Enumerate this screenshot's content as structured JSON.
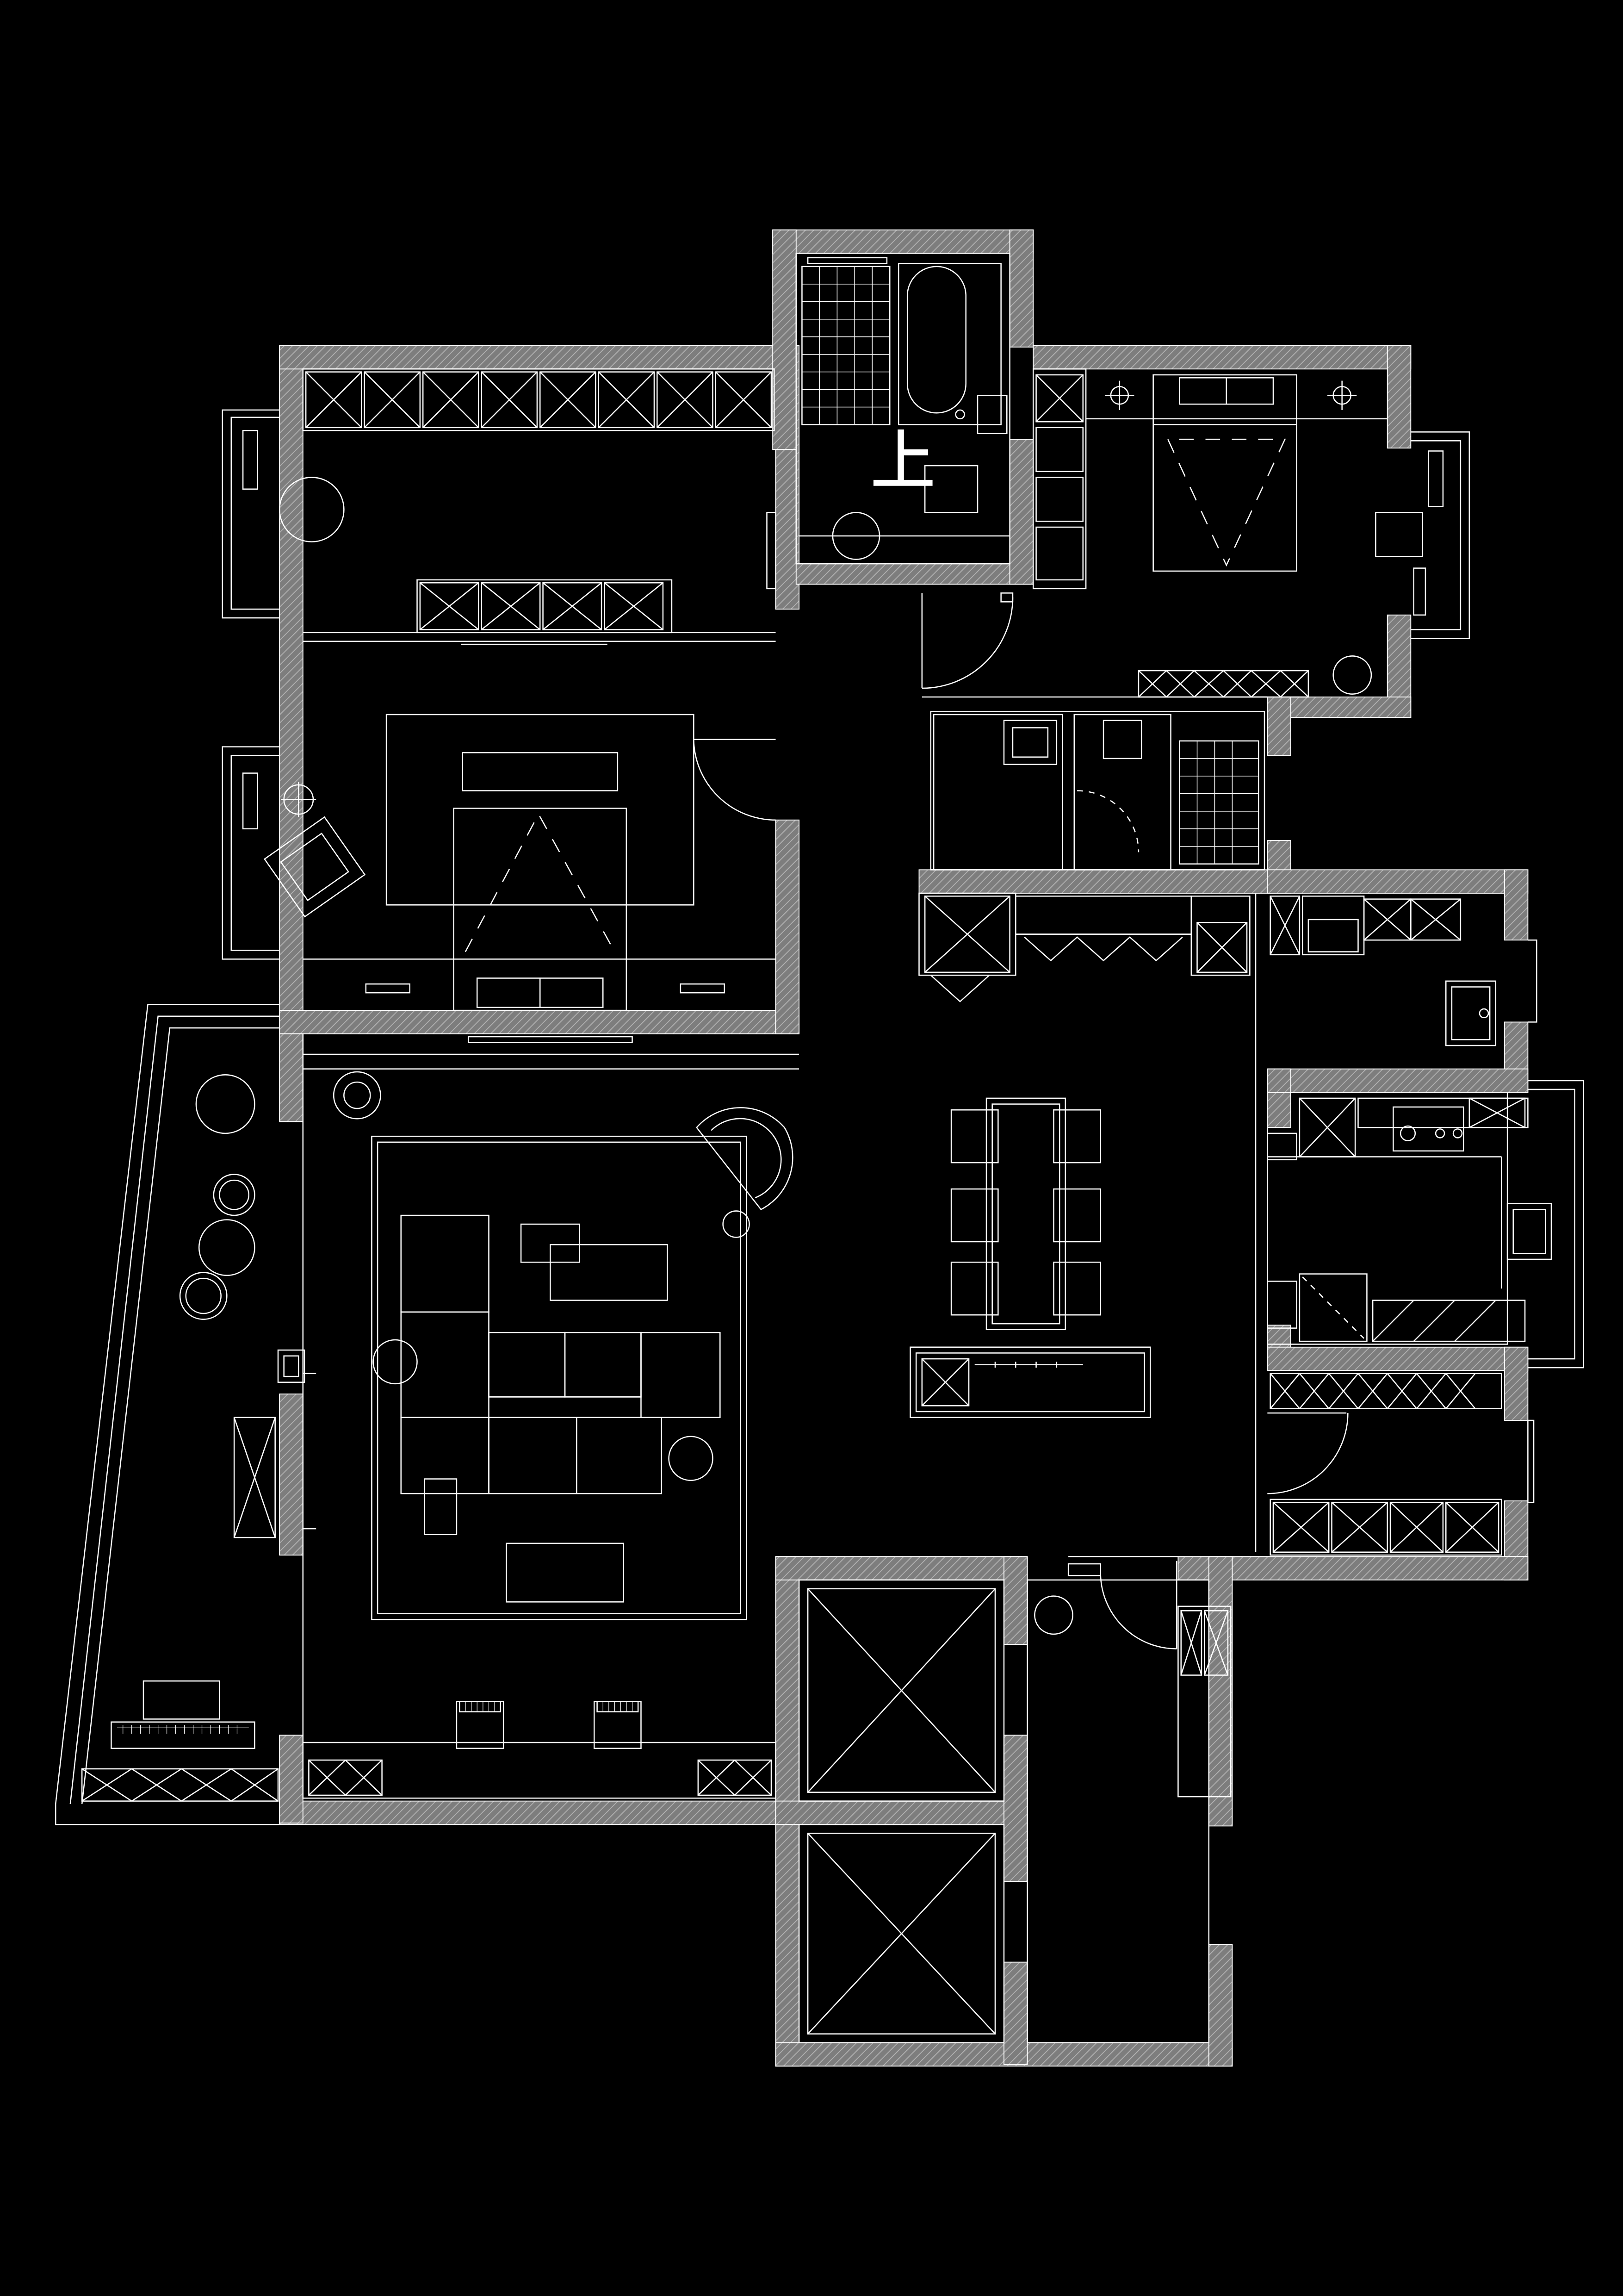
{
  "floor_plan": {
    "colors": {
      "background": "#000000",
      "line": "#ffffff",
      "wall_fill": "#8c8c8c"
    },
    "labels": {
      "stair_mark": "上"
    },
    "rooms": [
      "master-bedroom",
      "master-bath",
      "bedroom-2",
      "bathroom-2",
      "kitchen",
      "dining",
      "living-room",
      "balcony",
      "elevator-shaft-1",
      "elevator-shaft-2",
      "lift-lobby"
    ]
  }
}
